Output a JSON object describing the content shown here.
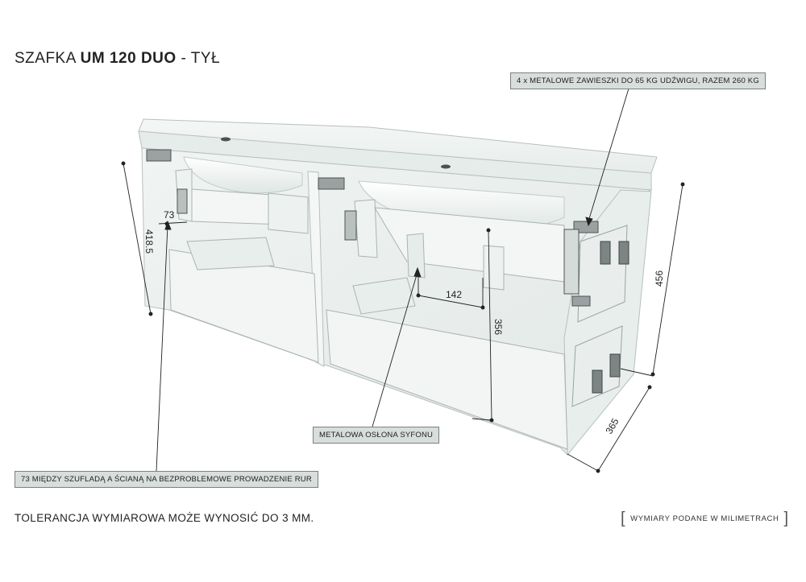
{
  "title": {
    "prefix": "SZAFKA",
    "model": "UM 120 DUO",
    "suffix": "- TYŁ"
  },
  "callouts": {
    "hangers": "4 x METALOWE ZAWIESZKI DO 65 KG UDŹWIGU, RAZEM 260 KG",
    "siphon_cover": "METALOWA OSŁONA SYFONU",
    "gap_note": "73 MIĘDZY SZUFLADĄ A ŚCIANĄ NA BEZPROBLEMOWE PROWADZENIE RUR"
  },
  "dimensions": {
    "gap": "73",
    "height_left": "418.5",
    "height_right": "456",
    "siphon_width": "142",
    "siphon_height": "356",
    "depth": "365"
  },
  "footer": {
    "tolerance": "TOLERANCJA WYMIAROWA MOŻE WYNOSIĆ DO 3 MM.",
    "units": "WYMIARY PODANE W MILIMETRACH"
  }
}
